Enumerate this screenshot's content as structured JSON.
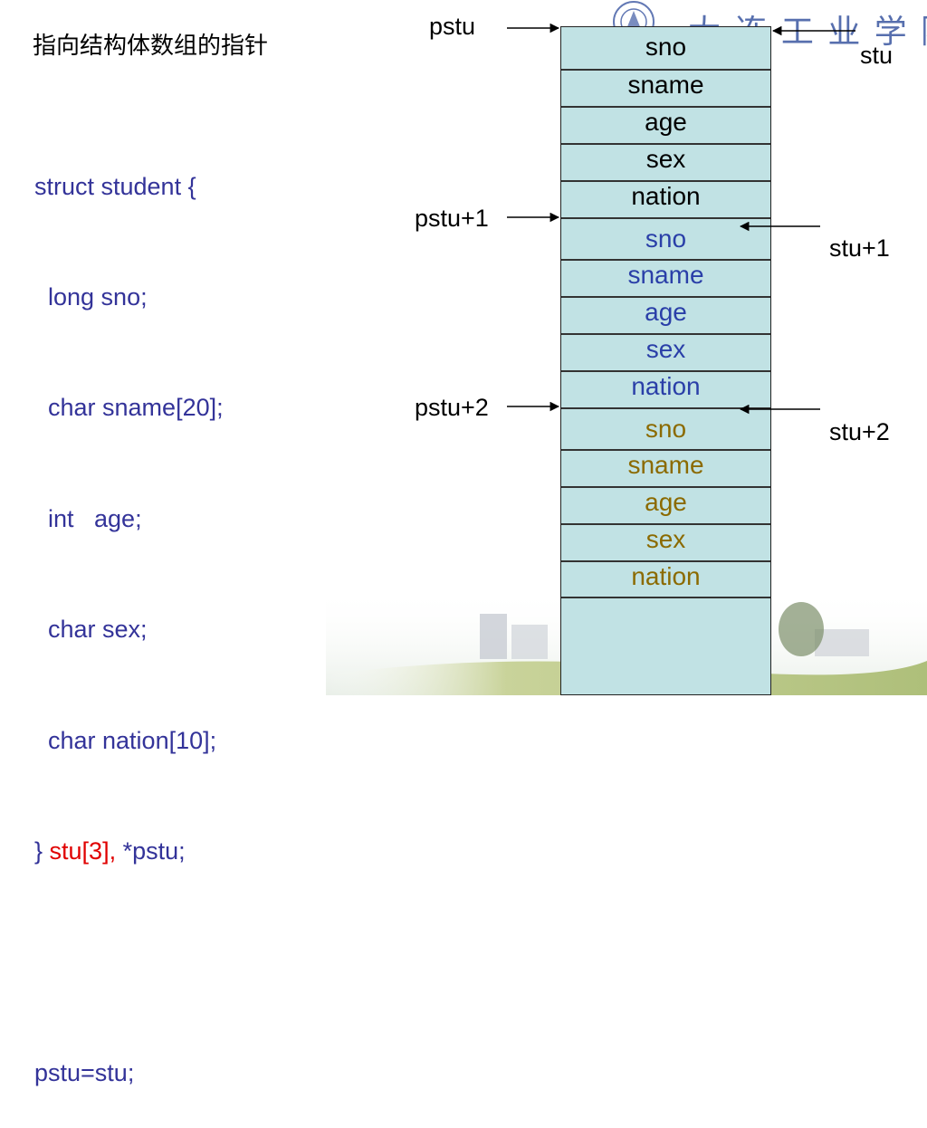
{
  "title": "指向结构体数组的指针",
  "logo_text": "大 连 工 业 学 院",
  "code": {
    "lines": [
      "struct student {",
      "  long sno;",
      "  char sname[20];",
      "  int   age;",
      "  char sex;",
      "  char nation[10];"
    ],
    "decl_prefix": "} ",
    "decl_red": "stu[3],",
    "decl_suffix": " *pstu;",
    "assign": "pstu=stu;"
  },
  "memory": {
    "blocks": [
      {
        "color": "#000000",
        "fields": [
          "sno",
          "sname",
          "age",
          "sex",
          "nation"
        ]
      },
      {
        "color": "#2a3fa8",
        "fields": [
          "sno",
          "sname",
          "age",
          "sex",
          "nation"
        ]
      },
      {
        "color": "#8b6a00",
        "fields": [
          "sno",
          "sname",
          "age",
          "sex",
          "nation"
        ]
      }
    ]
  },
  "labels": {
    "pstu": "pstu",
    "pstu1": "pstu+1",
    "pstu2": "pstu+2",
    "stu": "stu",
    "stu1": "stu+1",
    "stu2": "stu+2"
  }
}
